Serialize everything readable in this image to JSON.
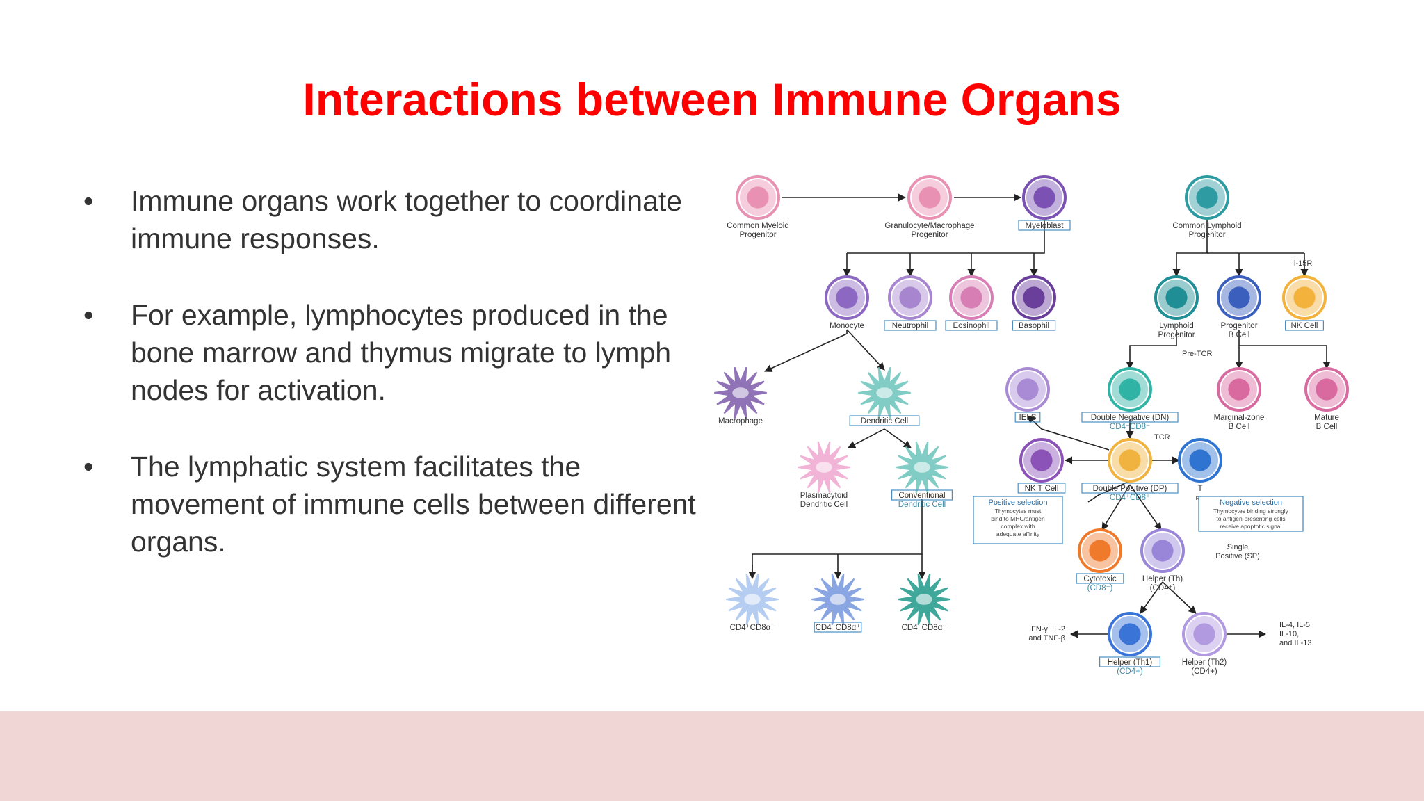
{
  "slide": {
    "title": "Interactions between Immune Organs",
    "bullet_char": "•",
    "bullets": [
      "Immune organs work together to coordinate immune responses.",
      "For example, lymphocytes produced in the bone marrow and thymus migrate to lymph nodes for activation.",
      "The lymphatic system facilitates the movement of immune cells between different organs."
    ],
    "footer_color": "#f0d7d6",
    "title_color": "#ff0000"
  },
  "diagram": {
    "nodes": [
      {
        "key": "cmp",
        "lines": [
          "Common Myeloid",
          "Progenitor"
        ],
        "boxed": false,
        "color": "#e991b2",
        "icon": "progenitor-cell"
      },
      {
        "key": "gmp",
        "lines": [
          "Granulocyte/Macrophage",
          "Progenitor"
        ],
        "boxed": false,
        "color": "#e991b2",
        "icon": "progenitor-cell"
      },
      {
        "key": "myeloblast",
        "lines": [
          "Myeloblast"
        ],
        "boxed": true,
        "color": "#7b52b3",
        "icon": "myeloblast-cell"
      },
      {
        "key": "clp",
        "lines": [
          "Common Lymphoid",
          "Progenitor"
        ],
        "boxed": false,
        "color": "#2e9aa2",
        "icon": "lymphoid-cell"
      },
      {
        "key": "monocyte",
        "lines": [
          "Monocyte"
        ],
        "boxed": false,
        "color": "#8d68c2",
        "icon": "monocyte-cell"
      },
      {
        "key": "neutrophil",
        "lines": [
          "Neutrophil"
        ],
        "boxed": true,
        "color": "#a886cf",
        "icon": "neutrophil-cell"
      },
      {
        "key": "eosinophil",
        "lines": [
          "Eosinophil"
        ],
        "boxed": true,
        "color": "#d77fb4",
        "icon": "eosinophil-cell"
      },
      {
        "key": "basophil",
        "lines": [
          "Basophil"
        ],
        "boxed": true,
        "color": "#6a3f9c",
        "icon": "basophil-cell"
      },
      {
        "key": "lymphoid_prog",
        "lines": [
          "Lymphoid",
          "Progenitor"
        ],
        "boxed": false,
        "color": "#1f8f95",
        "icon": "lymphoid-cell"
      },
      {
        "key": "prog_b",
        "lines": [
          "Progenitor",
          "B Cell"
        ],
        "boxed": false,
        "color": "#3a5fbd",
        "icon": "b-cell"
      },
      {
        "key": "nk",
        "lines": [
          "NK Cell"
        ],
        "boxed": true,
        "color": "#f2b23b",
        "icon": "nk-cell"
      },
      {
        "key": "macrophage",
        "lines": [
          "Macrophage"
        ],
        "boxed": false,
        "color": "#7d5bab",
        "icon": "macrophage-cell"
      },
      {
        "key": "dendritic",
        "lines": [
          "Dendritic Cell"
        ],
        "boxed": true,
        "color": "#6cc5bd",
        "icon": "dendritic-cell"
      },
      {
        "key": "iels",
        "lines": [
          "IELS"
        ],
        "boxed": true,
        "color": "#a98ad4",
        "icon": "iel-cell"
      },
      {
        "key": "dn",
        "lines": [
          "Double Negative (DN)",
          "CD4⁻CD8⁻"
        ],
        "boxed": true,
        "color": "#2fb3a5",
        "icon": "dn-thymocyte"
      },
      {
        "key": "marginal_b",
        "lines": [
          "Marginal-zone",
          "B Cell"
        ],
        "boxed": false,
        "color": "#d96aa0",
        "icon": "b-cell"
      },
      {
        "key": "mature_b",
        "lines": [
          "Mature",
          "B Cell"
        ],
        "boxed": false,
        "color": "#d96aa0",
        "icon": "b-cell"
      },
      {
        "key": "pdc",
        "lines": [
          "Plasmacytoid",
          "Dendritic Cell"
        ],
        "boxed": false,
        "color": "#f0a7cf",
        "icon": "dendritic-cell"
      },
      {
        "key": "cdc",
        "lines": [
          "Conventional",
          "Dendritic Cell"
        ],
        "boxed": true,
        "color": "#6cc5bd",
        "icon": "dendritic-cell"
      },
      {
        "key": "nkt",
        "lines": [
          "NK T Cell"
        ],
        "boxed": true,
        "color": "#8b52b7",
        "icon": "nkt-cell"
      },
      {
        "key": "dp",
        "lines": [
          "Double Positive (DP)",
          "CD4⁺CD8⁺"
        ],
        "boxed": true,
        "color": "#f1b33f",
        "icon": "dp-thymocyte"
      },
      {
        "key": "treg",
        "lines": [
          "T",
          "Reg"
        ],
        "boxed": false,
        "color": "#2f74d0",
        "icon": "treg-cell"
      },
      {
        "key": "cytotoxic",
        "lines": [
          "Cytotoxic",
          "(CD8⁺)"
        ],
        "boxed": true,
        "color": "#f07a2c",
        "icon": "cytotoxic-t-cell"
      },
      {
        "key": "helper",
        "lines": [
          "Helper (Th)",
          "(CD4⁺)"
        ],
        "boxed": false,
        "color": "#9a86d8",
        "icon": "helper-t-cell"
      },
      {
        "key": "dc_a",
        "lines": [
          "CD4⁺CD8α⁻"
        ],
        "boxed": false,
        "color": "#a9c5ee",
        "icon": "dendritic-cell"
      },
      {
        "key": "dc_b",
        "lines": [
          "CD4⁻CD8α⁺"
        ],
        "boxed": true,
        "color": "#7697dd",
        "icon": "dendritic-cell"
      },
      {
        "key": "dc_c",
        "lines": [
          "CD4⁻CD8α⁻"
        ],
        "boxed": false,
        "color": "#1f9a8a",
        "icon": "dendritic-cell"
      },
      {
        "key": "th1",
        "lines": [
          "Helper (Th1)",
          "(CD4+)"
        ],
        "boxed": true,
        "color": "#3a74d6",
        "icon": "th1-cell"
      },
      {
        "key": "th2",
        "lines": [
          "Helper (Th2)",
          "(CD4+)"
        ],
        "boxed": false,
        "color": "#b19ae0",
        "icon": "th2-cell"
      }
    ],
    "boxes": [
      {
        "key": "pos_sel",
        "title": "Positive selection",
        "lines": [
          "Thymocytes must",
          "bind to MHC/antigen",
          "complex with",
          "adequate affinity"
        ]
      },
      {
        "key": "neg_sel",
        "title": "Negative selection",
        "lines": [
          "Thymocytes binding strongly",
          "to antigen-presenting cells",
          "receive apoptotic signal"
        ]
      }
    ],
    "labels": {
      "il15r": "Il-15R",
      "pretcr": "Pre-TCR",
      "tcr": "TCR",
      "single_positive": [
        "Single",
        "Positive (SP)"
      ],
      "th1_cytokines": [
        "IFN-γ, IL-2",
        "and TNF-β"
      ],
      "th2_cytokines": [
        "IL-4, IL-5,",
        "IL-10,",
        "and IL-13"
      ]
    }
  }
}
